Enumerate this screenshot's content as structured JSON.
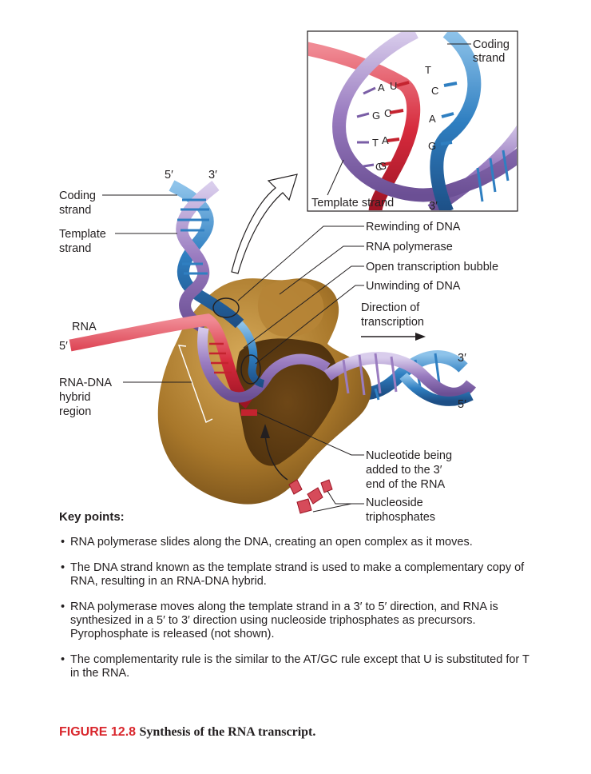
{
  "inset": {
    "coding_strand": "Coding\nstrand",
    "template_strand": "Template strand",
    "end_3": "3′",
    "template_bases": [
      "U",
      "C",
      "A",
      "G"
    ],
    "rna_bases": [
      "A",
      "G",
      "T",
      "C"
    ],
    "coding_bases": [
      "T",
      "C",
      "A",
      "G"
    ]
  },
  "main": {
    "end_5_top": "5′",
    "end_3_top": "3′",
    "coding_strand": "Coding\nstrand",
    "template_strand": "Template\nstrand",
    "rna": "RNA",
    "rna_5": "5′",
    "hybrid": "RNA-DNA\nhybrid\nregion",
    "rewinding": "Rewinding of DNA",
    "polymerase": "RNA polymerase",
    "bubble": "Open transcription bubble",
    "unwinding": "Unwinding of DNA",
    "direction": "Direction of\ntranscription",
    "end_3_right": "3′",
    "end_5_right": "5′",
    "nucleotide": "Nucleotide being\nadded to the 3′\nend of the RNA",
    "triphosphates": "Nucleoside\ntriphosphates"
  },
  "key_points": {
    "title": "Key points:",
    "items": [
      "RNA polymerase slides along the DNA, creating an open complex as it moves.",
      "The DNA strand known as the template strand is used to make a complementary copy of RNA, resulting in an RNA-DNA hybrid.",
      "RNA polymerase moves along the template strand in a 3′ to 5′ direction, and RNA is synthesized in a 5′ to 3′ direction using nucleoside triphosphates as precursors. Pyrophosphate is released (not shown).",
      "The complementarity rule is the similar to the AT/GC rule except that U is substituted for T in the RNA."
    ]
  },
  "caption": {
    "figure": "FIGURE 12.8",
    "text": "Synthesis of the RNA transcript."
  },
  "colors": {
    "coding": "#2f7fc1",
    "template": "#9a7cc0",
    "rna": "#d62a3c",
    "polymerase": "#a8772a"
  }
}
